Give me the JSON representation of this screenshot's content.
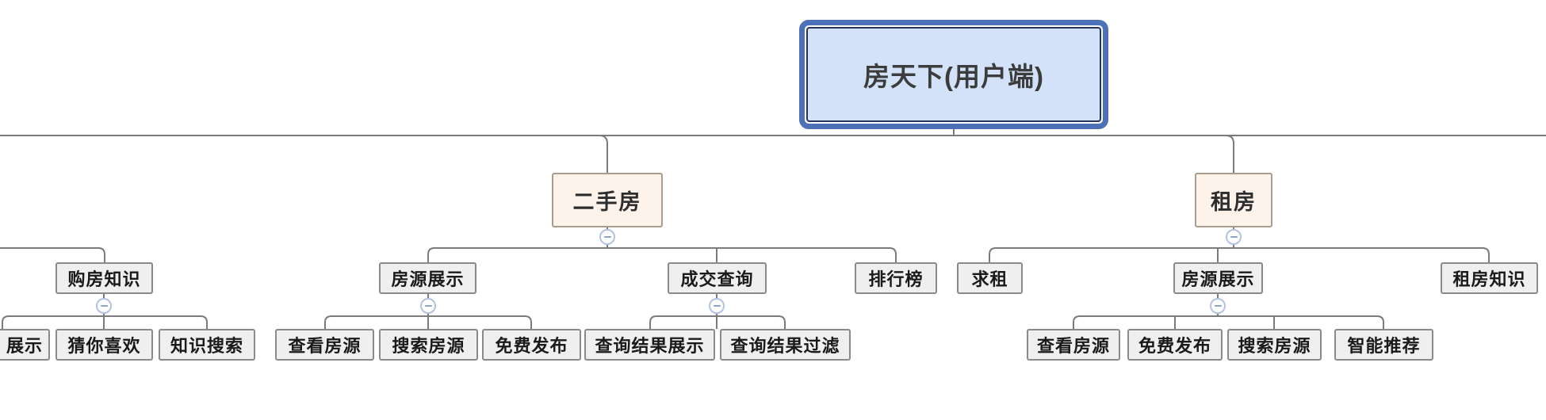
{
  "app": {
    "type": "mind-map-canvas",
    "description": "Tree diagram of 房天下(用户端) product structure"
  },
  "colors": {
    "background": "#ffffff",
    "connector_line": "#7b7b7b",
    "root_fill": "#d3e2f8",
    "root_outer_border": "#4d71b8",
    "root_inner_border": "#26335c",
    "branch_fill": "#fdf3ea",
    "branch_border": "#ab9c8d",
    "leaf_fill": "#efefef",
    "leaf_border": "#8a8a8a",
    "collapse_ring": "#b3c2e2",
    "collapse_dash": "#8aa2cc"
  },
  "icons": {
    "collapse": "minus-in-circle"
  },
  "mindmap": {
    "root": {
      "label": "房天下(用户端)"
    },
    "branches": [
      {
        "label": "二手房",
        "collapsed": false,
        "children": [
          {
            "label": "房源展示",
            "collapsed": false,
            "children": [
              {
                "label": "查看房源"
              },
              {
                "label": "搜索房源"
              },
              {
                "label": "免费发布"
              }
            ]
          },
          {
            "label": "成交查询",
            "collapsed": false,
            "children": [
              {
                "label": "查询结果展示"
              },
              {
                "label": "查询结果过滤"
              }
            ]
          },
          {
            "label": "排行榜",
            "children": []
          }
        ]
      },
      {
        "label": "租房",
        "collapsed": false,
        "children": [
          {
            "label": "求租",
            "children": []
          },
          {
            "label": "房源展示",
            "collapsed": false,
            "children": [
              {
                "label": "查看房源"
              },
              {
                "label": "免费发布"
              },
              {
                "label": "搜索房源"
              },
              {
                "label": "智能推荐"
              }
            ]
          },
          {
            "label": "租房知识",
            "children": []
          }
        ]
      }
    ],
    "offscreen_left": {
      "note": "branch whose parent node lies left of the visible canvas",
      "children": [
        {
          "label": "购房知识",
          "collapsed": false,
          "children": [
            {
              "label": "展示",
              "truncated": true
            },
            {
              "label": "猜你喜欢"
            },
            {
              "label": "知识搜索"
            }
          ]
        }
      ]
    }
  }
}
